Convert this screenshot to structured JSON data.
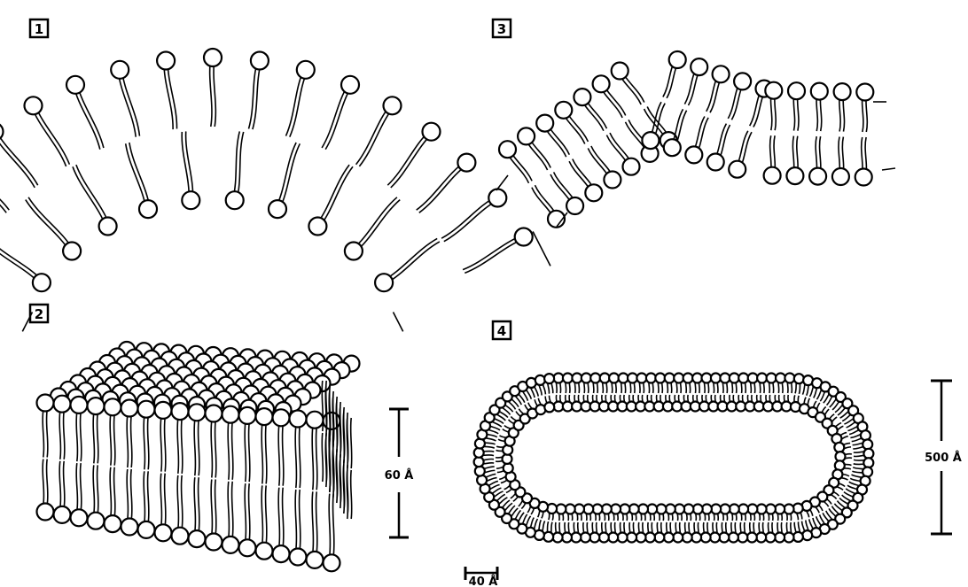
{
  "panels": [
    {
      "id": "1",
      "label": "1",
      "shape": "curved-bilayer-fragment"
    },
    {
      "id": "2",
      "label": "2",
      "shape": "planar-bilayer-block"
    },
    {
      "id": "3",
      "label": "3",
      "shape": "bent-bilayer-fragment"
    },
    {
      "id": "4",
      "label": "4",
      "shape": "closed-vesicle"
    }
  ],
  "scale_bars": {
    "bilayer_thickness": "60 Å",
    "vesicle_diameter": "500 Å",
    "vesicle_wall": "40 Å"
  },
  "colors": {
    "ink": "#000000",
    "head_fill": "#ffffff",
    "background": "#ffffff"
  }
}
